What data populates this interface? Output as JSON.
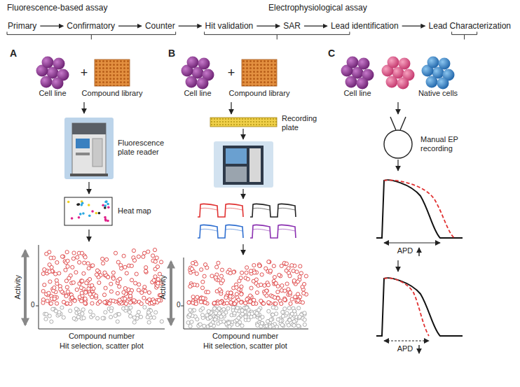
{
  "diagram": {
    "nodes": [
      {
        "text": [
          "Primary"
        ]
      },
      {
        "text": [
          "Confirmatory"
        ]
      },
      {
        "text": [
          "Counter"
        ]
      },
      {
        "text": [
          "Hit validation"
        ]
      },
      {
        "text": [
          "SAR"
        ]
      },
      {
        "text": [
          "Lead identification"
        ]
      },
      {
        "text": [
          "Lead Characterization"
        ]
      }
    ],
    "edges": [
      {
        "from": 0,
        "to": 1,
        "arrow": "to"
      },
      {
        "from": 1,
        "to": 2,
        "arrow": "to"
      },
      {
        "from": 2,
        "to": 3,
        "arrow": "to"
      },
      {
        "from": 3,
        "to": 4,
        "arrow": "to"
      },
      {
        "from": 4,
        "to": 5,
        "arrow": "to"
      },
      {
        "from": 5,
        "to": 6,
        "arrow": "to"
      }
    ],
    "labels": [
      "Fluorescence-based assay",
      "Electrophysiological assay",
      "A",
      "Cell line",
      "+",
      "Compound library",
      "Fluorescence plate reader",
      "Heat map",
      "Activity",
      "0",
      "Compound number",
      "Hit selection, scatter plot",
      "B",
      "Cell line",
      "+",
      "Compound library",
      "Recording plate",
      "Activity",
      "0",
      "Compound number",
      "Hit selection, scatter plot",
      "C",
      "Cell line",
      "Native cells",
      "Manual EP recording",
      "APD",
      "APD"
    ]
  }
}
